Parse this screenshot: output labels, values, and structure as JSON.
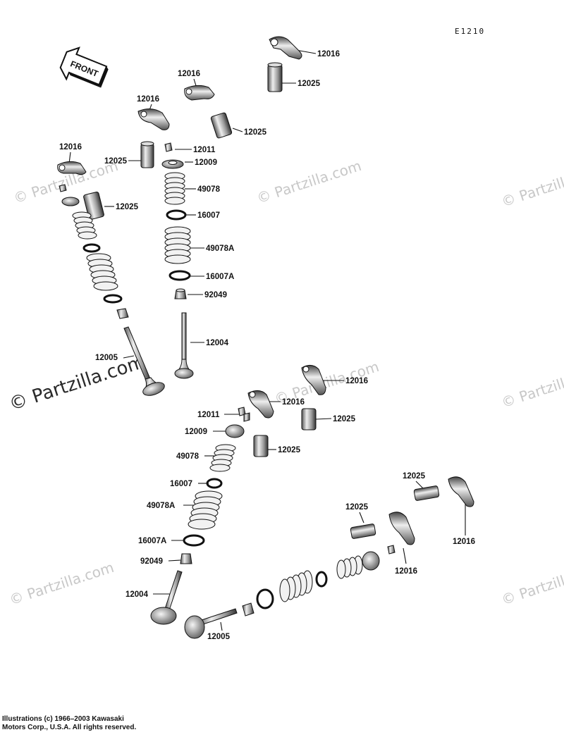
{
  "diagram": {
    "code": "E1210",
    "front_label": "FRONT",
    "watermark": "© Partzilla.com",
    "credit_lines": [
      "Illustrations (c) 1966–2003 Kawasaki",
      "Motors Corp., U.S.A.  All rights reserved."
    ],
    "callouts": [
      {
        "part": "12016"
      },
      {
        "part": "12025"
      },
      {
        "part": "12016"
      },
      {
        "part": "12025"
      },
      {
        "part": "12016"
      },
      {
        "part": "12025"
      },
      {
        "part": "12011"
      },
      {
        "part": "12009"
      },
      {
        "part": "49078"
      },
      {
        "part": "16007"
      },
      {
        "part": "49078A"
      },
      {
        "part": "16007A"
      },
      {
        "part": "92049"
      },
      {
        "part": "12004"
      },
      {
        "part": "12016"
      },
      {
        "part": "12025"
      },
      {
        "part": "12005"
      },
      {
        "part": "12016"
      },
      {
        "part": "12025"
      },
      {
        "part": "12016"
      },
      {
        "part": "12025"
      },
      {
        "part": "12011"
      },
      {
        "part": "12009"
      },
      {
        "part": "49078"
      },
      {
        "part": "16007"
      },
      {
        "part": "49078A"
      },
      {
        "part": "16007A"
      },
      {
        "part": "92049"
      },
      {
        "part": "12004"
      },
      {
        "part": "12025"
      },
      {
        "part": "12016"
      },
      {
        "part": "12025"
      },
      {
        "part": "12016"
      },
      {
        "part": "12005"
      }
    ]
  }
}
